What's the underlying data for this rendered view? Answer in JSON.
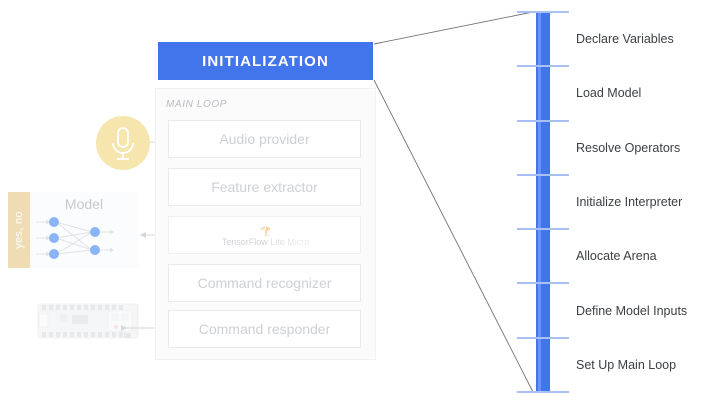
{
  "diagram": {
    "title": "INITIALIZATION",
    "loop": {
      "label": "MAIN LOOP",
      "items": [
        {
          "name": "audio-provider",
          "label": "Audio provider"
        },
        {
          "name": "feature-extractor",
          "label": "Feature extractor"
        },
        {
          "name": "tensorflow-lite-micro",
          "label": "TensorFlow Lite Micro",
          "parts": [
            "TensorFlow",
            "Lite",
            "Micro"
          ]
        },
        {
          "name": "command-recognizer",
          "label": "Command recognizer"
        },
        {
          "name": "command-responder",
          "label": "Command responder"
        }
      ]
    },
    "inputs": {
      "microphone_icon": "microphone-icon",
      "model_title": "Model",
      "model_output_label": "yes, no",
      "board_icon": "microcontroller-board-icon"
    },
    "timeline": {
      "steps": [
        "Declare Variables",
        "Load Model",
        "Resolve Operators",
        "Initialize Interpreter",
        "Allocate Arena",
        "Define Model Inputs",
        "Set Up Main Loop"
      ]
    },
    "colors": {
      "accent_blue": "#4274ec",
      "tick_blue": "#a8c0f5",
      "mic_yellow": "#f6e6ae",
      "tab_tan": "#f0dcb4",
      "box_gray": "#cdd0d4",
      "text_dark": "#3c4043"
    }
  }
}
